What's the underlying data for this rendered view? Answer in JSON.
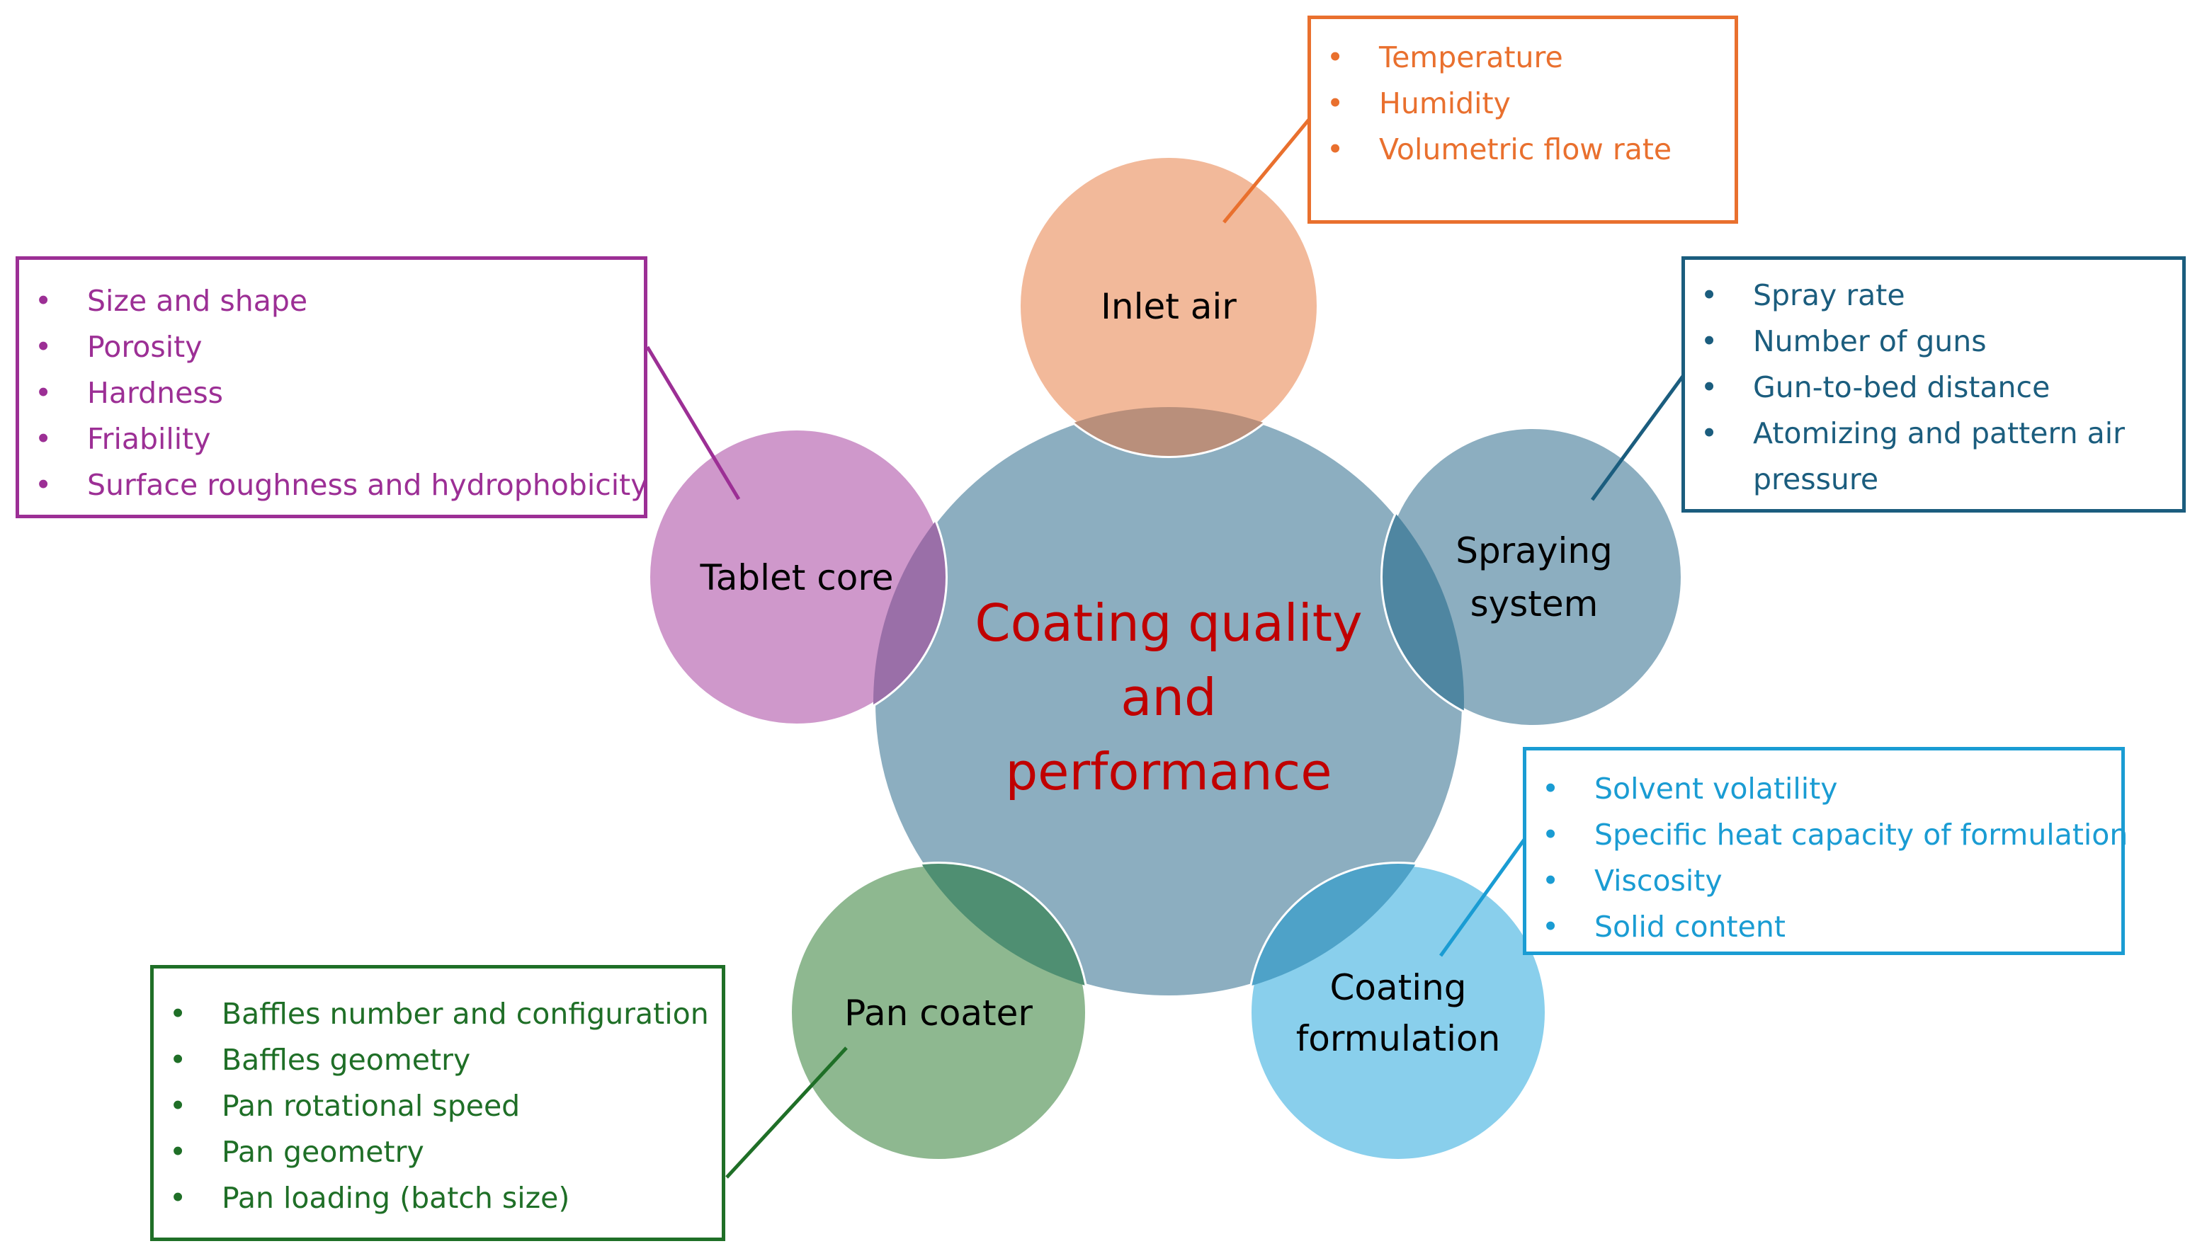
{
  "colors": {
    "center_fill": "#8caec0",
    "center_text": "#c00000",
    "inlet_fill": "#f2b99a",
    "tablet_fill": "#cf98cb",
    "spray_fill": "#8caec0",
    "formulation_fill": "#89cfec",
    "pan_fill": "#8eb890",
    "inlet_line": "#e9702e",
    "tablet_line": "#9c2f95",
    "spray_line": "#1b5d7e",
    "formulation_line": "#1a9cd3",
    "pan_line": "#1f6f27"
  },
  "center": {
    "line1": "Coating quality",
    "line2": "and",
    "line3": "performance"
  },
  "nodes": {
    "inlet_air": {
      "label": "Inlet air"
    },
    "tablet_core": {
      "label": "Tablet core"
    },
    "spraying_system": {
      "line1": "Spraying",
      "line2": "system"
    },
    "coating_formulation": {
      "line1": "Coating",
      "line2": "formulation"
    },
    "pan_coater": {
      "label": "Pan coater"
    }
  },
  "boxes": {
    "inlet_air": [
      "Temperature",
      "Humidity",
      "Volumetric flow rate"
    ],
    "tablet_core": [
      "Size and shape",
      "Porosity",
      "Hardness",
      "Friability",
      "Surface roughness and hydrophobicity"
    ],
    "spraying_system": [
      "Spray rate",
      "Number of guns",
      "Gun-to-bed distance",
      "Atomizing and pattern air pressure"
    ],
    "coating_formulation": [
      "Solvent volatility",
      "Specific heat capacity of formulation",
      "Viscosity",
      "Solid content"
    ],
    "pan_coater": [
      "Baffles number and  configuration",
      "Baffles geometry",
      "Pan rotational speed",
      "Pan geometry",
      "Pan loading (batch size)"
    ]
  }
}
